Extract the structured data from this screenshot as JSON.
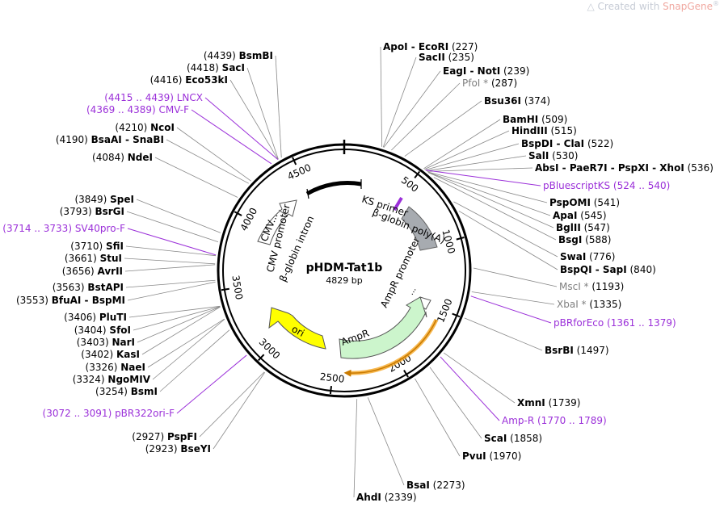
{
  "watermark": {
    "text": "Created with ",
    "brand": "SnapGene",
    "mark": "®"
  },
  "plasmid": {
    "name": "pHDM-Tat1b",
    "size_label": "4829 bp",
    "length": 4829
  },
  "ticks": [
    "500",
    "1000",
    "1500",
    "2000",
    "2500",
    "3000",
    "3500",
    "4000",
    "4500"
  ],
  "colors": {
    "primer": "#9b30d9",
    "ori": "#ffff00",
    "ampr": "#ccf5cc",
    "polyA": "#a7abb0",
    "primer_arrow": "#f5a623"
  },
  "features": [
    {
      "name": "KS primer",
      "kind": "primer-label"
    },
    {
      "name": "β-globin poly(A)",
      "kind": "polyA"
    },
    {
      "name": "AmpR promoter",
      "kind": "promoter"
    },
    {
      "name": "AmpR",
      "kind": "cds"
    },
    {
      "name": "ori",
      "kind": "ori"
    },
    {
      "name": "CMV promoter",
      "kind": "promoter"
    },
    {
      "name": "CMV...",
      "kind": "enhancer"
    },
    {
      "name": "β-globin intron",
      "kind": "intron"
    },
    {
      "name": "...",
      "kind": "small"
    }
  ],
  "right_labels": [
    {
      "parts": [
        "ApoI",
        "EcoRI"
      ],
      "pos": "(227)",
      "style": "enz"
    },
    {
      "parts": [
        "SacII"
      ],
      "pos": "(235)",
      "style": "enz"
    },
    {
      "parts": [
        "EagI",
        "NotI"
      ],
      "pos": "(239)",
      "style": "enz"
    },
    {
      "parts": [
        "PfoI *"
      ],
      "pos": "(287)",
      "style": "gray"
    },
    {
      "parts": [
        "Bsu36I"
      ],
      "pos": "(374)",
      "style": "enz"
    },
    {
      "parts": [
        "BamHI"
      ],
      "pos": "(509)",
      "style": "enz"
    },
    {
      "parts": [
        "HindIII"
      ],
      "pos": "(515)",
      "style": "enz"
    },
    {
      "parts": [
        "BspDI",
        "ClaI"
      ],
      "pos": "(522)",
      "style": "enz"
    },
    {
      "parts": [
        "SalI"
      ],
      "pos": "(530)",
      "style": "enz"
    },
    {
      "parts": [
        "AbsI",
        "PaeR7I",
        "PspXI",
        "XhoI"
      ],
      "pos": "(536)",
      "style": "enz"
    },
    {
      "parts": [
        "pBluescriptKS"
      ],
      "pos": "(524 .. 540)",
      "style": "purple"
    },
    {
      "parts": [
        "PspOMI"
      ],
      "pos": "(541)",
      "style": "enz"
    },
    {
      "parts": [
        "ApaI"
      ],
      "pos": "(545)",
      "style": "enz"
    },
    {
      "parts": [
        "BglII"
      ],
      "pos": "(547)",
      "style": "enz"
    },
    {
      "parts": [
        "BsgI"
      ],
      "pos": "(588)",
      "style": "enz"
    },
    {
      "parts": [
        "SwaI"
      ],
      "pos": "(776)",
      "style": "enz"
    },
    {
      "parts": [
        "BspQI",
        "SapI"
      ],
      "pos": "(840)",
      "style": "enz"
    },
    {
      "parts": [
        "MscI *"
      ],
      "pos": "(1193)",
      "style": "gray"
    },
    {
      "parts": [
        "XbaI *"
      ],
      "pos": "(1335)",
      "style": "gray"
    },
    {
      "parts": [
        "pBRforEco"
      ],
      "pos": "(1361 .. 1379)",
      "style": "purple"
    },
    {
      "parts": [
        "BsrBI"
      ],
      "pos": "(1497)",
      "style": "enz"
    },
    {
      "parts": [
        "XmnI"
      ],
      "pos": "(1739)",
      "style": "enz"
    },
    {
      "parts": [
        "Amp-R"
      ],
      "pos": "(1770 .. 1789)",
      "style": "purple"
    },
    {
      "parts": [
        "ScaI"
      ],
      "pos": "(1858)",
      "style": "enz"
    },
    {
      "parts": [
        "PvuI"
      ],
      "pos": "(1970)",
      "style": "enz"
    },
    {
      "parts": [
        "BsaI"
      ],
      "pos": "(2273)",
      "style": "enz"
    },
    {
      "parts": [
        "AhdI"
      ],
      "pos": "(2339)",
      "style": "enz"
    }
  ],
  "left_labels": [
    {
      "parts": [
        "BsmBI"
      ],
      "pos": "(4439)",
      "style": "enz"
    },
    {
      "parts": [
        "SacI"
      ],
      "pos": "(4418)",
      "style": "enz"
    },
    {
      "parts": [
        "Eco53kI"
      ],
      "pos": "(4416)",
      "style": "enz"
    },
    {
      "parts": [
        "LNCX"
      ],
      "pos": "(4415 .. 4439)",
      "style": "purple"
    },
    {
      "parts": [
        "CMV-F"
      ],
      "pos": "(4369 .. 4389)",
      "style": "purple"
    },
    {
      "parts": [
        "NcoI"
      ],
      "pos": "(4210)",
      "style": "enz"
    },
    {
      "parts": [
        "BsaAI",
        "SnaBI"
      ],
      "pos": "(4190)",
      "style": "enz"
    },
    {
      "parts": [
        "NdeI"
      ],
      "pos": "(4084)",
      "style": "enz"
    },
    {
      "parts": [
        "SpeI"
      ],
      "pos": "(3849)",
      "style": "enz"
    },
    {
      "parts": [
        "BsrGI"
      ],
      "pos": "(3793)",
      "style": "enz"
    },
    {
      "parts": [
        "SV40pro-F"
      ],
      "pos": "(3714 .. 3733)",
      "style": "purple"
    },
    {
      "parts": [
        "SfiI"
      ],
      "pos": "(3710)",
      "style": "enz"
    },
    {
      "parts": [
        "StuI"
      ],
      "pos": "(3661)",
      "style": "enz"
    },
    {
      "parts": [
        "AvrII"
      ],
      "pos": "(3656)",
      "style": "enz"
    },
    {
      "parts": [
        "BstAPI"
      ],
      "pos": "(3563)",
      "style": "enz"
    },
    {
      "parts": [
        "BfuAI",
        "BspMI"
      ],
      "pos": "(3553)",
      "style": "enz"
    },
    {
      "parts": [
        "PluTI"
      ],
      "pos": "(3406)",
      "style": "enz"
    },
    {
      "parts": [
        "SfoI"
      ],
      "pos": "(3404)",
      "style": "enz"
    },
    {
      "parts": [
        "NarI"
      ],
      "pos": "(3403)",
      "style": "enz"
    },
    {
      "parts": [
        "KasI"
      ],
      "pos": "(3402)",
      "style": "enz"
    },
    {
      "parts": [
        "NaeI"
      ],
      "pos": "(3326)",
      "style": "enz"
    },
    {
      "parts": [
        "NgoMIV"
      ],
      "pos": "(3324)",
      "style": "enz"
    },
    {
      "parts": [
        "BsmI"
      ],
      "pos": "(3254)",
      "style": "enz"
    },
    {
      "parts": [
        "pBR322ori-F"
      ],
      "pos": "(3072 .. 3091)",
      "style": "purple"
    },
    {
      "parts": [
        "PspFI"
      ],
      "pos": "(2927)",
      "style": "enz"
    },
    {
      "parts": [
        "BseYI"
      ],
      "pos": "(2923)",
      "style": "enz"
    }
  ]
}
